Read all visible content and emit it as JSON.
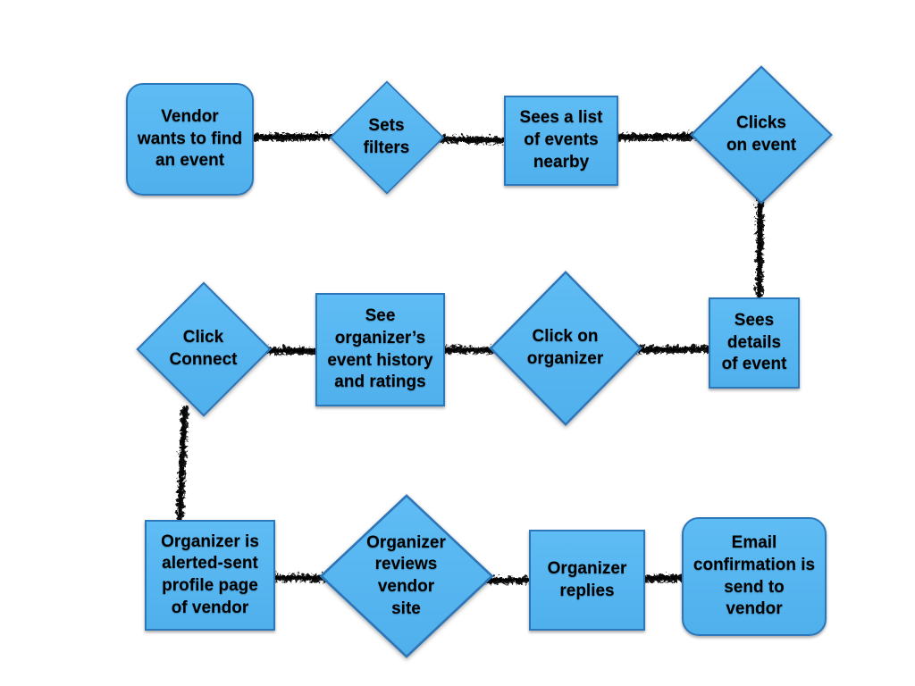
{
  "diagram": {
    "type": "flowchart",
    "background": "#ffffff",
    "colors": {
      "node_fill": "#55b6f0",
      "node_border": "#2c76ba",
      "connector": "#111111",
      "text": "#000000"
    },
    "nodes": [
      {
        "id": "vendor-start",
        "shape": "rounded-rectangle",
        "label": "Vendor\nwants to find\nan event"
      },
      {
        "id": "sets-filters",
        "shape": "diamond",
        "label": "Sets\nfilters"
      },
      {
        "id": "sees-list",
        "shape": "rectangle",
        "label": "Sees a list\nof events\nnearby"
      },
      {
        "id": "clicks-event",
        "shape": "diamond",
        "label": "Clicks\non event"
      },
      {
        "id": "sees-details",
        "shape": "rectangle",
        "label": "Sees\ndetails\nof event"
      },
      {
        "id": "click-organizer",
        "shape": "diamond",
        "label": "Click on\norganizer"
      },
      {
        "id": "see-history",
        "shape": "rectangle",
        "label": "See\norganizer’s\nevent history\nand ratings"
      },
      {
        "id": "click-connect",
        "shape": "diamond",
        "label": "Click\nConnect"
      },
      {
        "id": "organizer-alerted",
        "shape": "rectangle",
        "label": "Organizer is\nalerted-sent\nprofile page\nof vendor"
      },
      {
        "id": "organizer-reviews",
        "shape": "diamond",
        "label": "Organizer\nreviews\nvendor\nsite"
      },
      {
        "id": "organizer-replies",
        "shape": "rectangle",
        "label": "Organizer\nreplies"
      },
      {
        "id": "email-confirm",
        "shape": "rounded-rectangle",
        "label": "Email\nconfirmation is\nsend to\nvendor"
      }
    ],
    "connections": [
      {
        "from": "vendor-start",
        "to": "sets-filters"
      },
      {
        "from": "sets-filters",
        "to": "sees-list"
      },
      {
        "from": "sees-list",
        "to": "clicks-event"
      },
      {
        "from": "clicks-event",
        "to": "sees-details"
      },
      {
        "from": "sees-details",
        "to": "click-organizer"
      },
      {
        "from": "click-organizer",
        "to": "see-history"
      },
      {
        "from": "see-history",
        "to": "click-connect"
      },
      {
        "from": "click-connect",
        "to": "organizer-alerted"
      },
      {
        "from": "organizer-alerted",
        "to": "organizer-reviews"
      },
      {
        "from": "organizer-reviews",
        "to": "organizer-replies"
      },
      {
        "from": "organizer-replies",
        "to": "email-confirm"
      }
    ]
  }
}
